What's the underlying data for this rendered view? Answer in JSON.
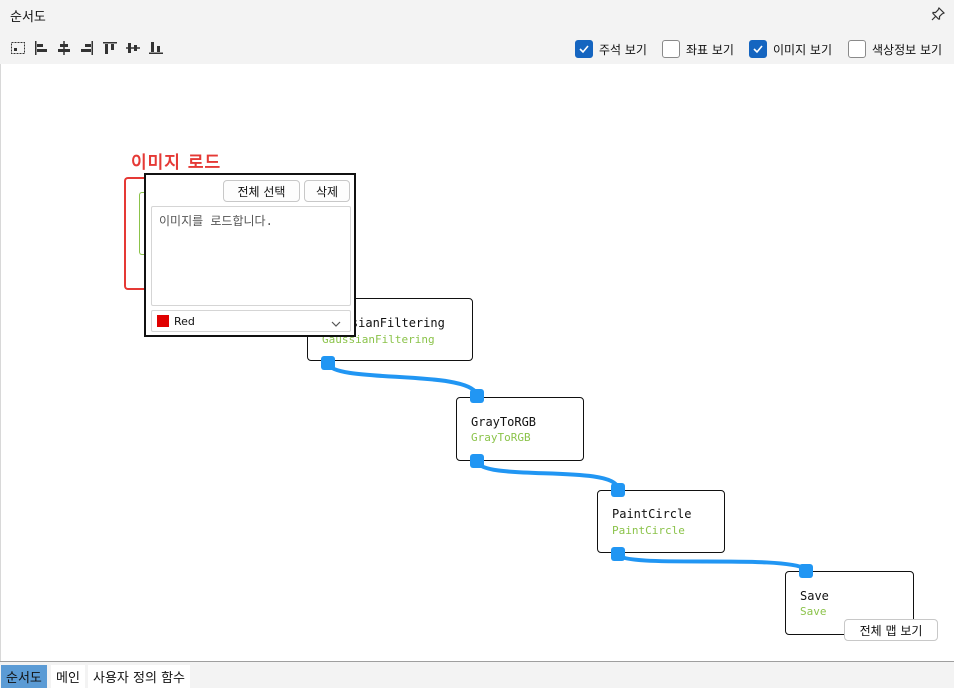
{
  "window": {
    "title": "순서도"
  },
  "toolbar": {
    "tools": [
      {
        "icon": "fit-to-screen-icon"
      },
      {
        "icon": "align-left-icon"
      },
      {
        "icon": "align-center-horizontal-icon"
      },
      {
        "icon": "align-right-icon"
      },
      {
        "icon": "align-top-icon"
      },
      {
        "icon": "align-middle-vertical-icon"
      },
      {
        "icon": "align-bottom-icon"
      }
    ],
    "options": [
      {
        "label": "주석 보기",
        "checked": true
      },
      {
        "label": "좌표 보기",
        "checked": false
      },
      {
        "label": "이미지 보기",
        "checked": true
      },
      {
        "label": "색상정보 보기",
        "checked": false
      }
    ]
  },
  "group": {
    "title": "이미지 로드"
  },
  "popup": {
    "select_all": "전체 선택",
    "delete": "삭제",
    "text": "이미지를 로드합니다.",
    "color_name": "Red",
    "color_hex": "#e00000"
  },
  "nodes": [
    {
      "name": "GaussianFiltering",
      "subtitle": "GaussianFiltering"
    },
    {
      "name": "GrayToRGB",
      "subtitle": "GrayToRGB"
    },
    {
      "name": "PaintCircle",
      "subtitle": "PaintCircle"
    },
    {
      "name": "Save",
      "subtitle": "Save"
    }
  ],
  "overview_button": "전체 맵 보기",
  "tabs": [
    {
      "label": "순서도",
      "active": true
    },
    {
      "label": "메인",
      "active": false
    },
    {
      "label": "사용자 정의 함수",
      "active": false
    }
  ],
  "colors": {
    "accent": "#1565c0",
    "wire": "#2196f3",
    "group": "#e53935",
    "subtitle": "#8bc34a"
  }
}
